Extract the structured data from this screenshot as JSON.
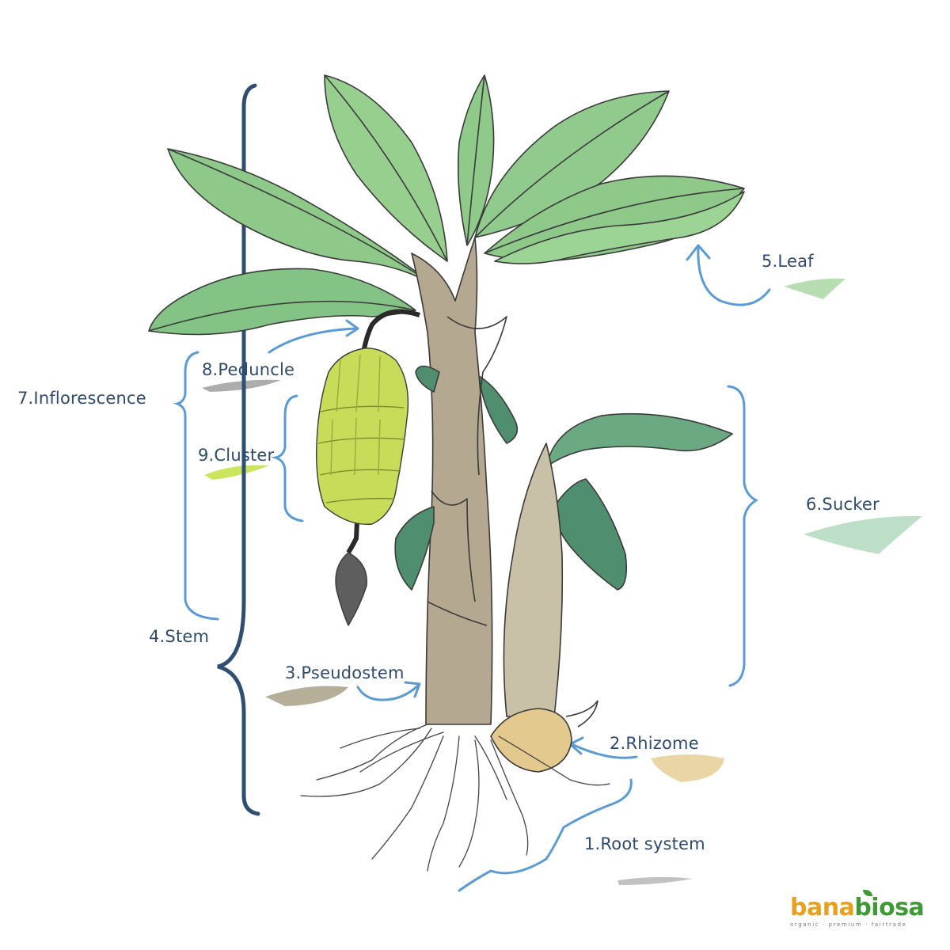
{
  "labels": {
    "root_system": "1.Root system",
    "rhizome": "2.Rhizome",
    "pseudostem": "3.Pseudostem",
    "stem": "4.Stem",
    "leaf": "5.Leaf",
    "sucker": "6.Sucker",
    "inflorescence": "7.Inflorescence",
    "peduncle": "8.Peduncle",
    "cluster": "9.Cluster"
  },
  "logo": {
    "part1": "bana",
    "part2": "biosa",
    "tagline": "organic · premium · fairtrade"
  },
  "colors": {
    "label_text": "#2e4a6c",
    "bracket_dark": "#2f4f72",
    "bracket_light": "#5b9bd5",
    "leaf_green": "#8ec98a",
    "leaf_dark": "#5b9a72",
    "stem_brown": "#b5a890",
    "banana_green": "#c9dc5a",
    "rhizome_tan": "#e3c98e"
  }
}
